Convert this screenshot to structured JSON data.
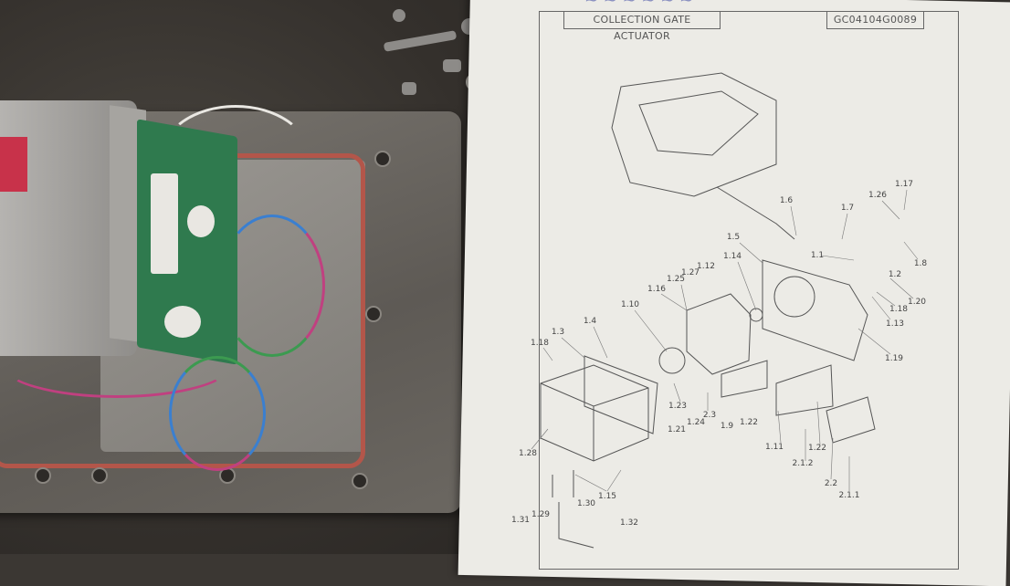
{
  "drawing": {
    "title": "COLLECTION GATE ACTUATOR",
    "code": "GC04104G0089",
    "part_labels": [
      "1.6",
      "1.7",
      "1.26",
      "1.17",
      "1.5",
      "1.1",
      "1.8",
      "1.14",
      "1.12",
      "1.27",
      "1.25",
      "1.2",
      "1.16",
      "1.20",
      "1.18",
      "1.10",
      "1.13",
      "1.4",
      "1.3",
      "1.18",
      "1.19",
      "1.23",
      "1.21",
      "1.24",
      "2.3",
      "1.9",
      "1.22",
      "1.11",
      "1.22",
      "2.1.2",
      "2.2",
      "2.1.1",
      "1.28",
      "1.15",
      "1.30",
      "1.31",
      "1.29",
      "1.32"
    ]
  },
  "colors": {
    "paper": "#ecebe6",
    "gasket": "#b3564a",
    "pcb": "#2f7a4e",
    "bench": "#3b3733"
  }
}
